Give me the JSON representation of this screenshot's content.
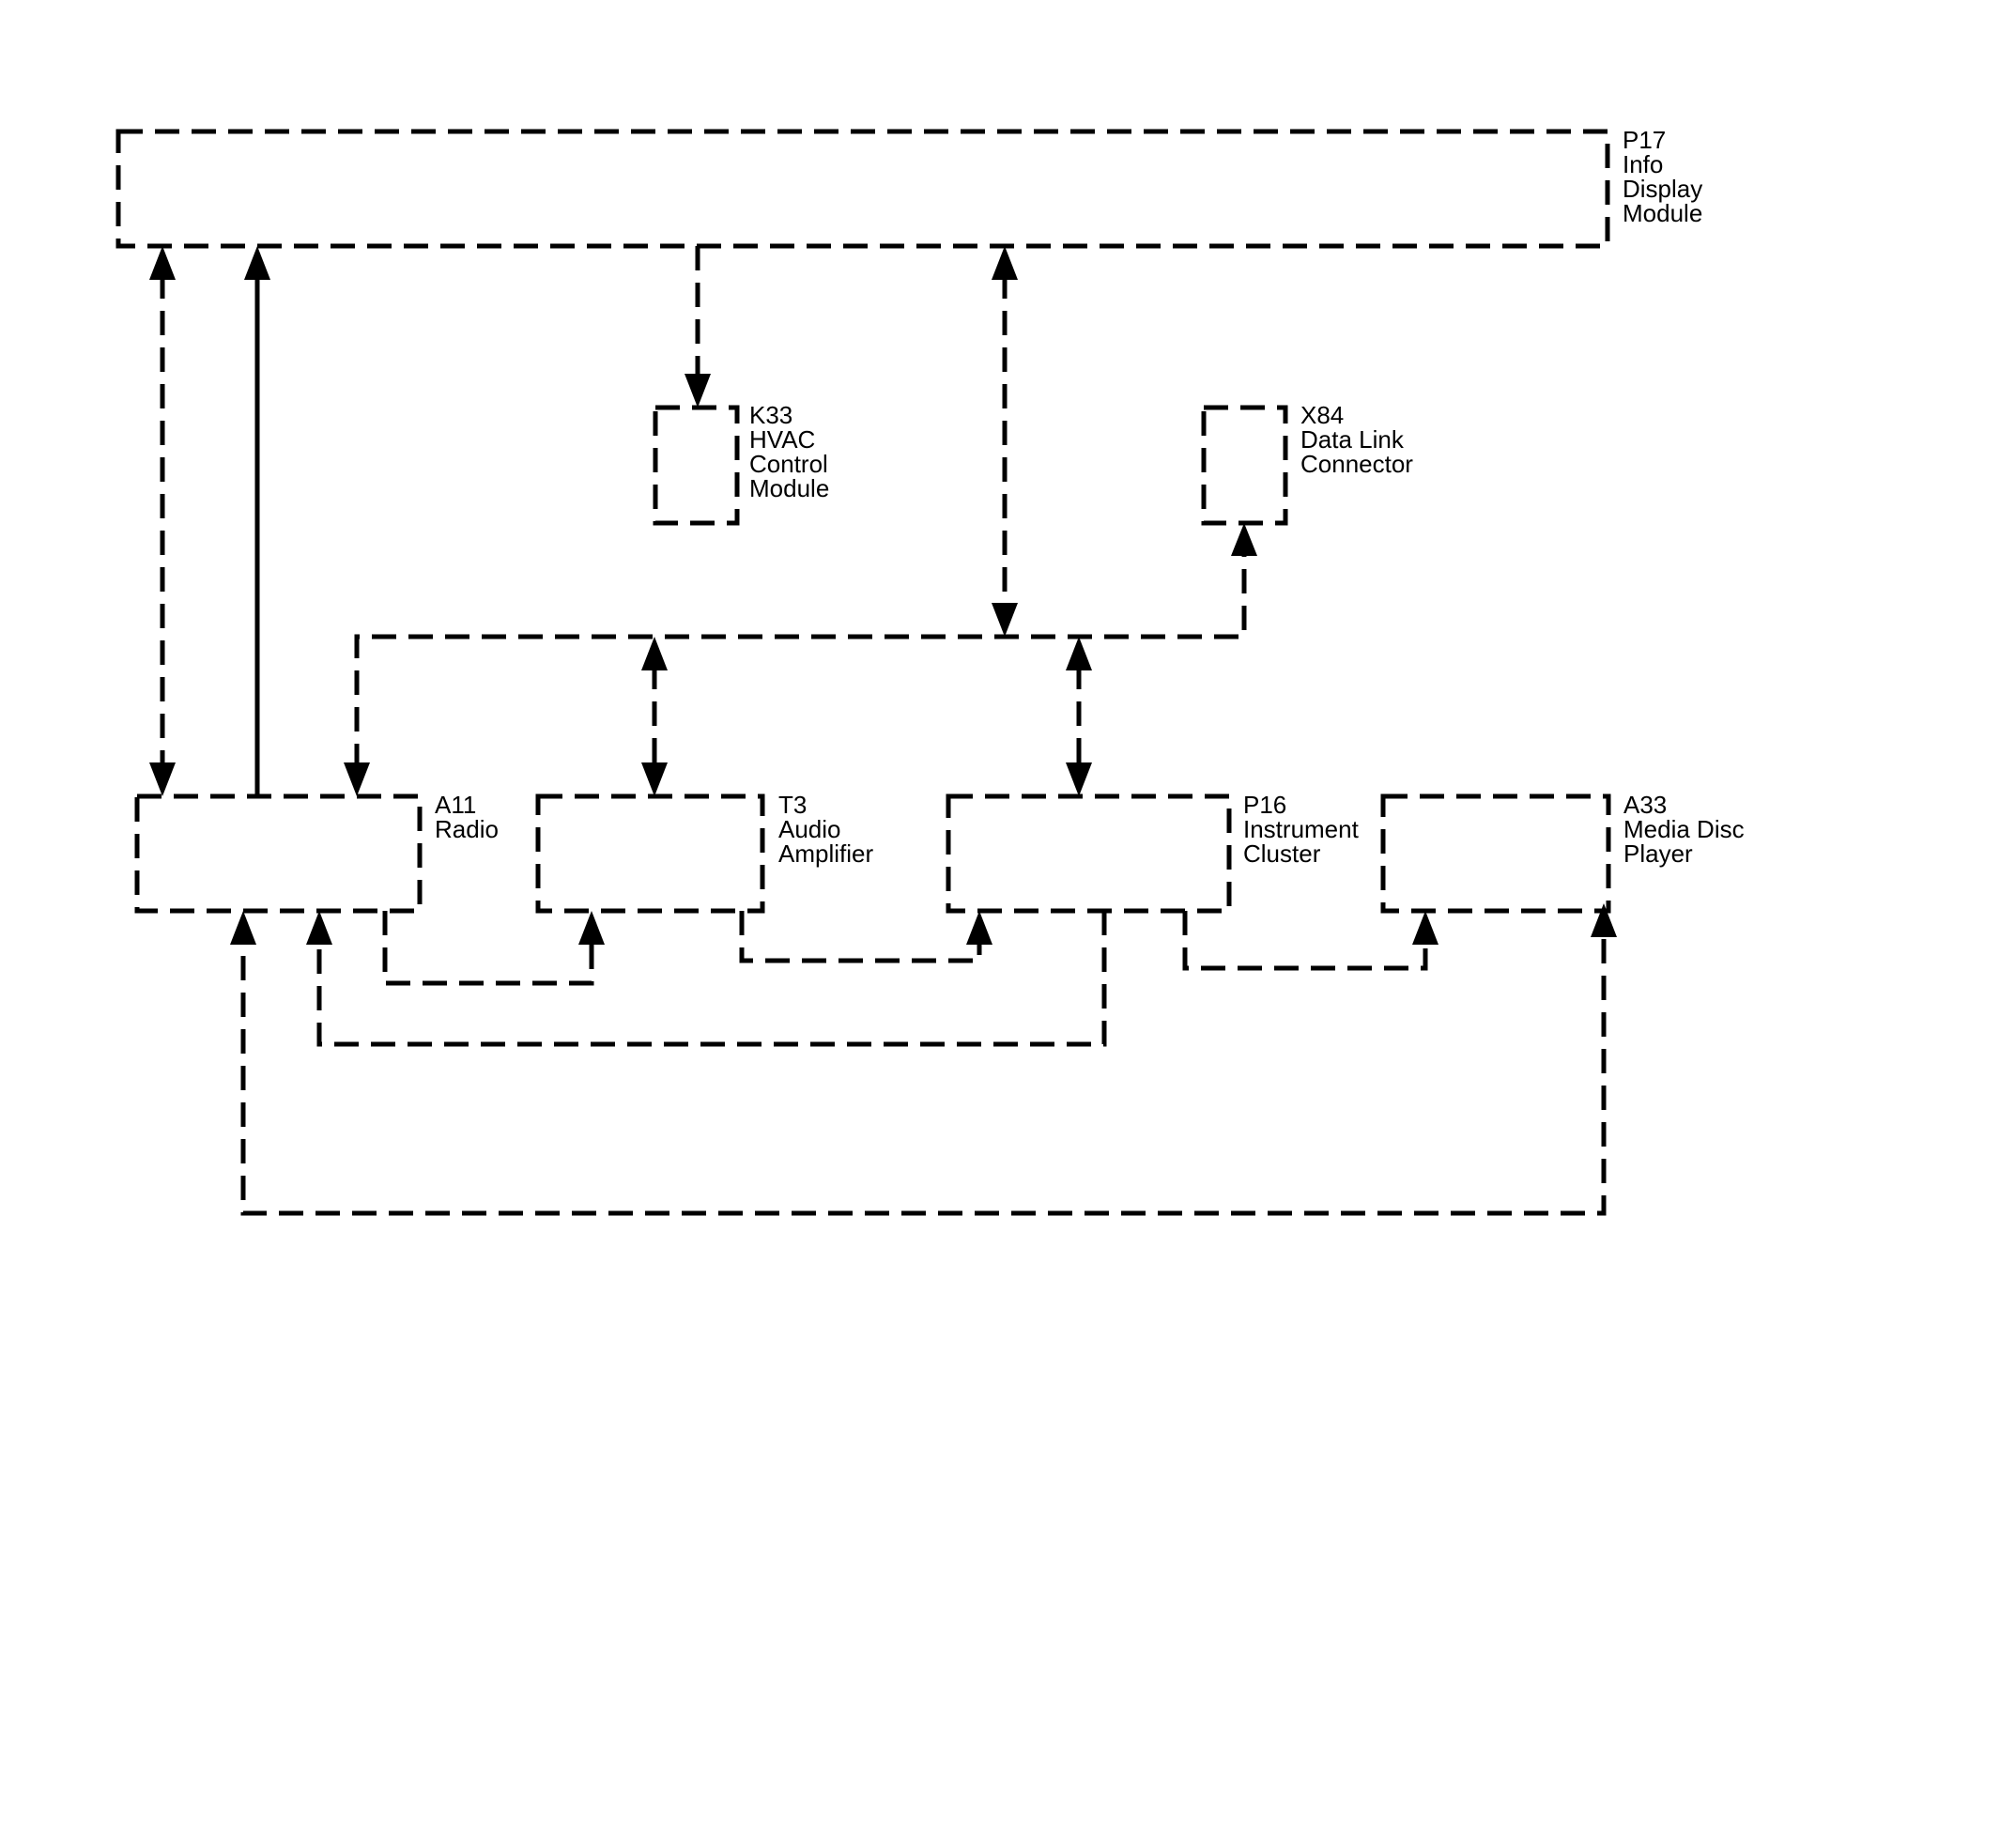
{
  "components": {
    "p17": {
      "id": "P17",
      "lines": [
        "Info",
        "Display",
        "Module"
      ]
    },
    "k33": {
      "id": "K33",
      "lines": [
        "HVAC",
        "Control",
        "Module"
      ]
    },
    "x84": {
      "id": "X84",
      "lines": [
        "Data Link",
        "Connector"
      ]
    },
    "a11": {
      "id": "A11",
      "lines": [
        "Radio"
      ]
    },
    "t3": {
      "id": "T3",
      "lines": [
        "Audio",
        "Amplifier"
      ]
    },
    "p16": {
      "id": "P16",
      "lines": [
        "Instrument",
        "Cluster"
      ]
    },
    "a33": {
      "id": "A33",
      "lines": [
        "Media Disc",
        "Player"
      ]
    }
  },
  "connections": [
    {
      "from": "A11",
      "to": "P17",
      "style": "dashed",
      "direction": "bidirectional"
    },
    {
      "from": "A11",
      "to": "P17",
      "style": "solid",
      "direction": "to P17"
    },
    {
      "from": "P17",
      "to": "K33",
      "style": "dashed",
      "direction": "to K33"
    },
    {
      "from": "P17",
      "to": "data bus",
      "style": "dashed",
      "direction": "bidirectional"
    },
    {
      "from": "data bus",
      "to": "X84",
      "style": "dashed",
      "direction": "to X84"
    },
    {
      "from": "data bus",
      "to": "A11",
      "style": "dashed",
      "direction": "to A11"
    },
    {
      "from": "data bus",
      "to": "T3",
      "style": "dashed",
      "direction": "bidirectional"
    },
    {
      "from": "data bus",
      "to": "P16",
      "style": "dashed",
      "direction": "bidirectional"
    },
    {
      "from": "A11",
      "to": "T3",
      "style": "dashed",
      "direction": "to T3"
    },
    {
      "from": "T3",
      "to": "P16",
      "style": "dashed",
      "direction": "to P16"
    },
    {
      "from": "P16",
      "to": "A11",
      "style": "dashed",
      "direction": "to A11"
    },
    {
      "from": "P16",
      "to": "A33",
      "style": "dashed",
      "direction": "to A33"
    },
    {
      "from": "A33",
      "to": "A11",
      "style": "dashed",
      "direction": "bidirectional"
    }
  ]
}
